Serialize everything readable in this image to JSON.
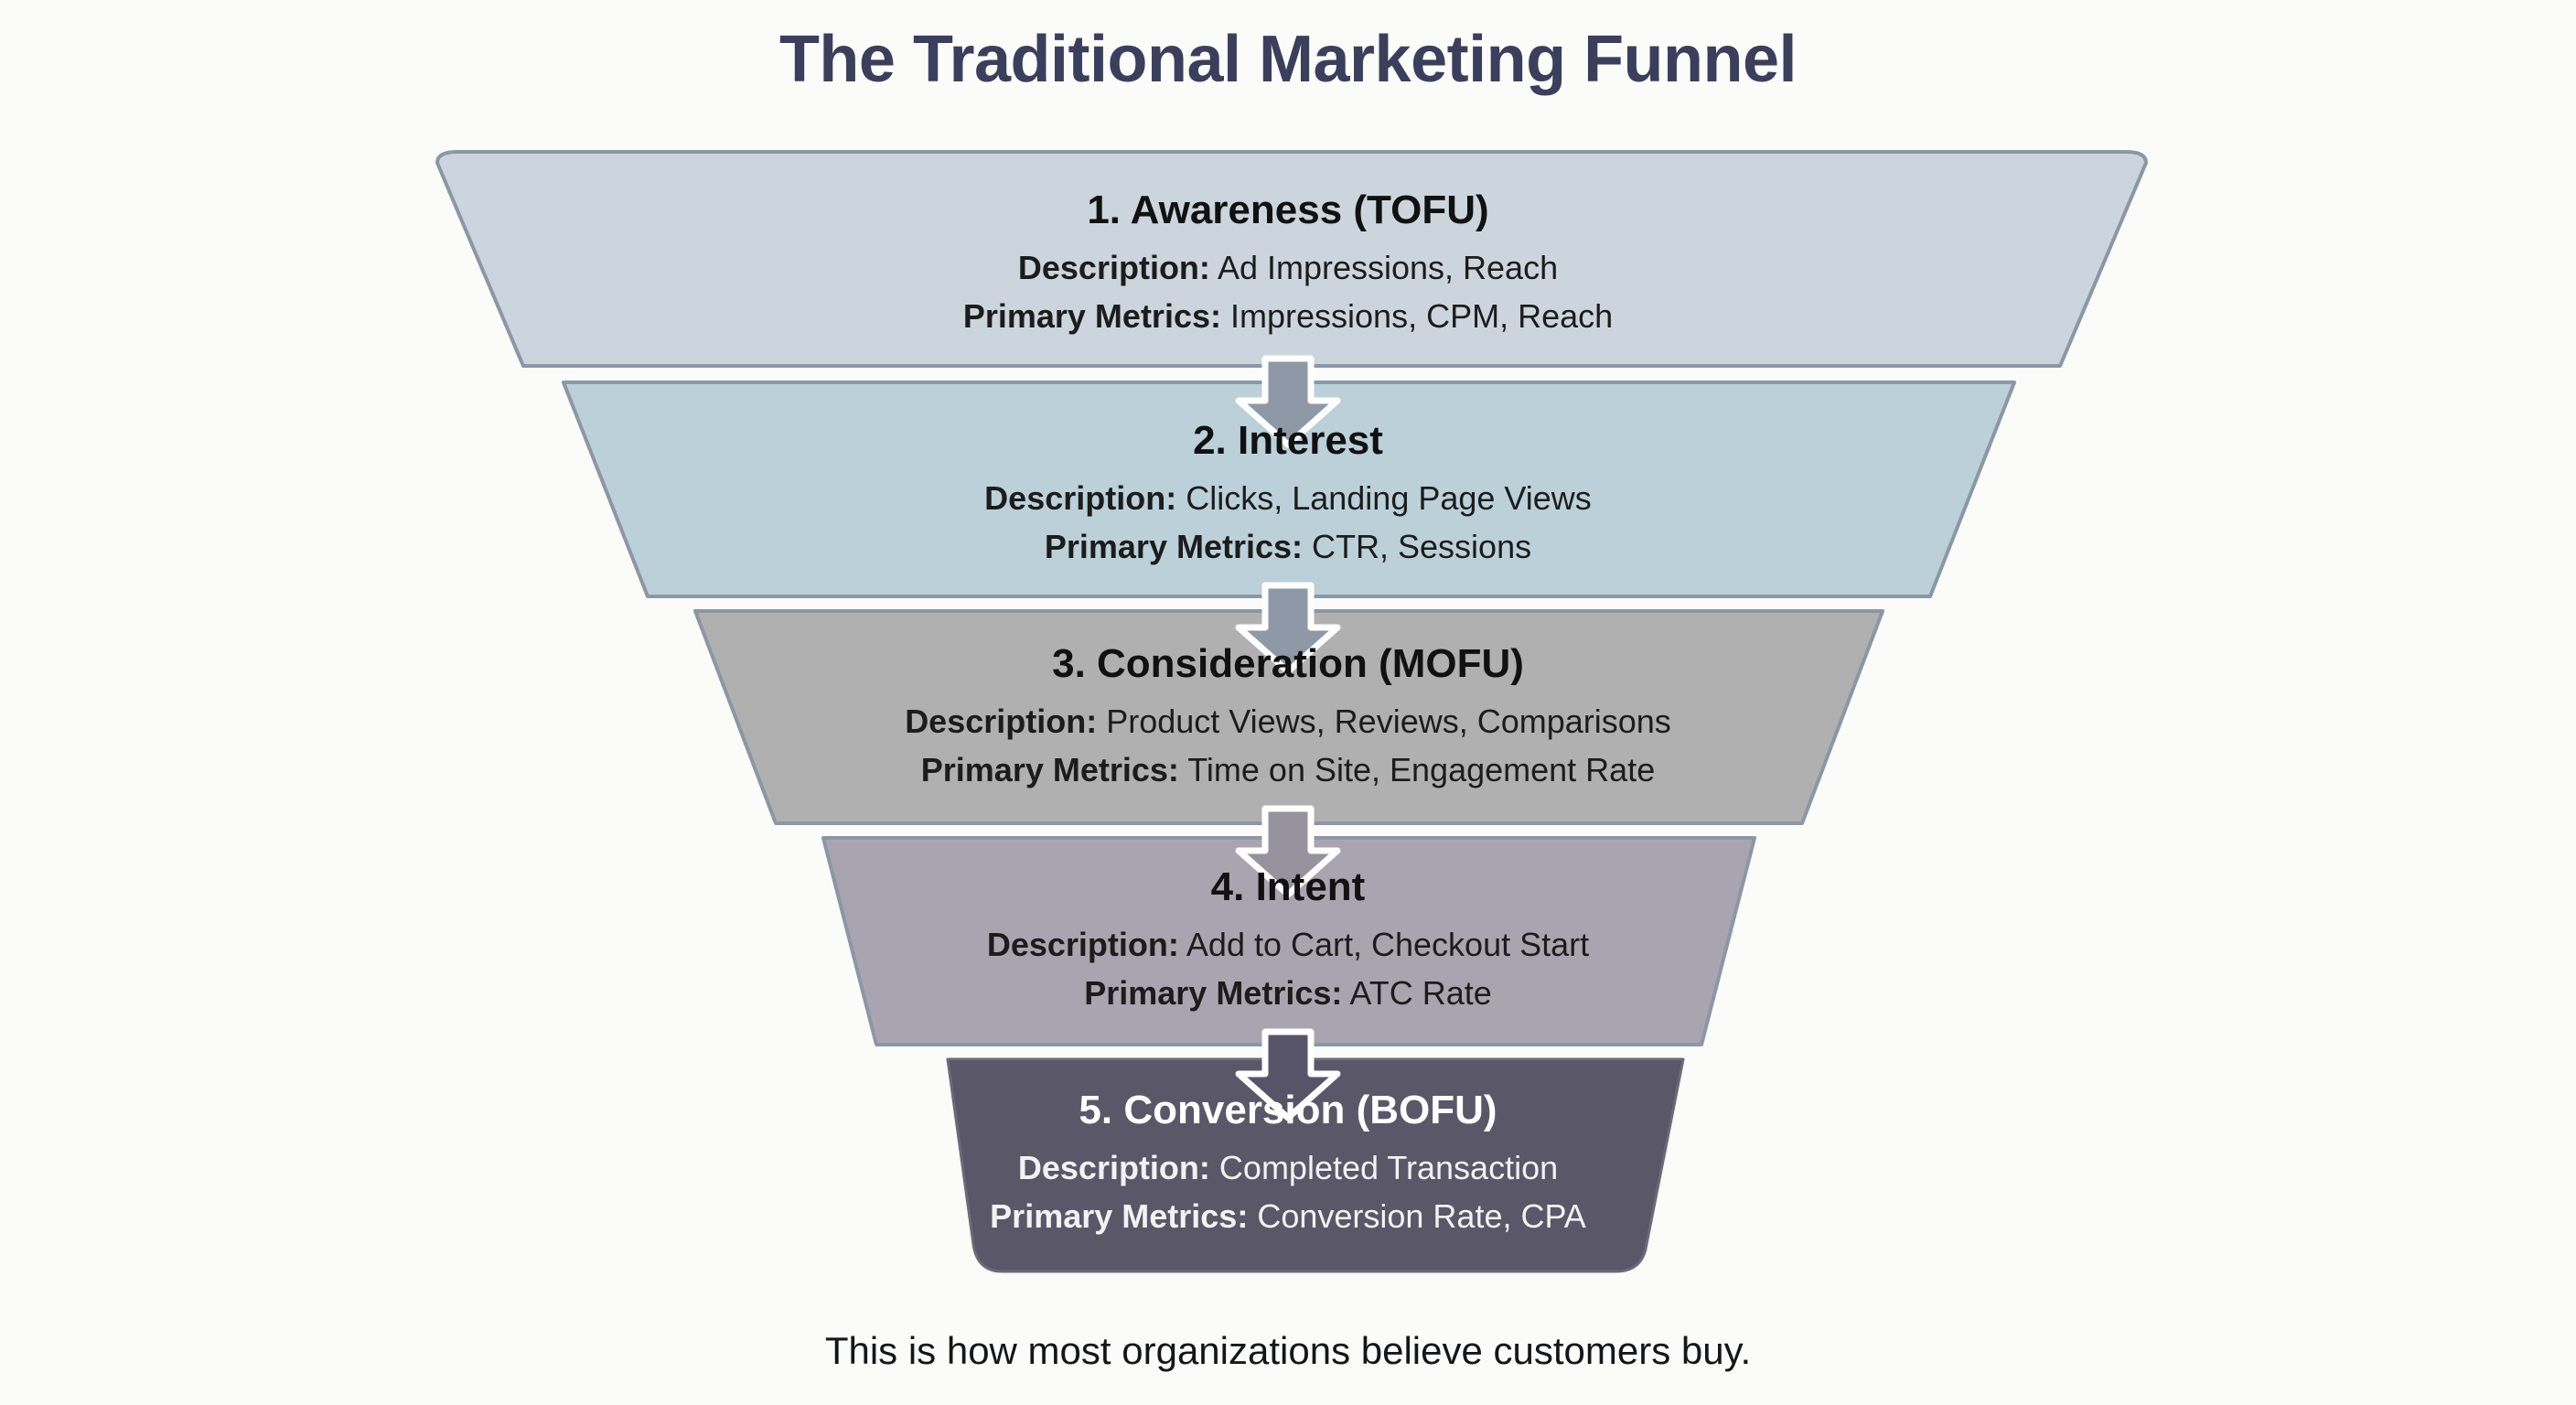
{
  "title": "The Traditional Marketing Funnel",
  "caption": "This is how most organizations believe customers buy.",
  "labels": {
    "description": "Description:",
    "primary_metrics": "Primary Metrics:"
  },
  "colors": {
    "background": "#fbfbf9",
    "title_text": "#3b3f5c",
    "stroke": "#8c97a6",
    "arrow_outline": "#ffffff",
    "stage_1_fill": "#ccd5de",
    "stage_2_fill": "#bcd0da",
    "stage_3_fill": "#b0b0b0",
    "stage_4_fill": "#a9a5b0",
    "stage_5_fill": "#5a5768",
    "dark_text": "#111111",
    "light_text": "#ffffff"
  },
  "chart_data": {
    "type": "funnel",
    "title": "The Traditional Marketing Funnel",
    "subtitle": "This is how most organizations believe customers buy.",
    "stage_count": 5,
    "orientation": "vertical-top-to-bottom",
    "stages": [
      {
        "index": 1,
        "number": "1.",
        "name": "Awareness (TOFU)",
        "title": "1. Awareness (TOFU)",
        "description": "Ad Impressions, Reach",
        "primary_metrics": "Impressions, CPM, Reach",
        "fill": "#ccd5de",
        "text_color": "#111111",
        "top_width": 1880,
        "bottom_width": 1500
      },
      {
        "index": 2,
        "number": "2.",
        "name": "Interest",
        "title": "2. Interest",
        "description": "Clicks, Landing Page Views",
        "primary_metrics": "CTR, Sessions",
        "fill": "#bcd0da",
        "text_color": "#111111",
        "top_width": 1500,
        "bottom_width": 1200
      },
      {
        "index": 3,
        "number": "3.",
        "name": "Consideration (MOFU)",
        "title": "3. Consideration (MOFU)",
        "description": "Product Views, Reviews, Comparisons",
        "primary_metrics": "Time on Site, Engagement Rate",
        "fill": "#b0b0b0",
        "text_color": "#111111",
        "top_width": 1200,
        "bottom_width": 960
      },
      {
        "index": 4,
        "number": "4.",
        "name": "Intent",
        "title": "4. Intent",
        "description": "Add to Cart, Checkout Start",
        "primary_metrics": "ATC Rate",
        "fill": "#a9a5b0",
        "text_color": "#111111",
        "top_width": 960,
        "bottom_width": 870
      },
      {
        "index": 5,
        "number": "5.",
        "name": "Conversion (BOFU)",
        "title": "5. Conversion (BOFU)",
        "description": "Completed Transaction",
        "primary_metrics": "Conversion Rate, CPA",
        "fill": "#5a5768",
        "text_color": "#ffffff",
        "top_width": 870,
        "bottom_width": 770
      }
    ],
    "connectors": [
      {
        "from": 1,
        "to": 2,
        "glyph": "down-arrow"
      },
      {
        "from": 2,
        "to": 3,
        "glyph": "down-arrow"
      },
      {
        "from": 3,
        "to": 4,
        "glyph": "down-arrow"
      },
      {
        "from": 4,
        "to": 5,
        "glyph": "down-arrow"
      }
    ]
  }
}
